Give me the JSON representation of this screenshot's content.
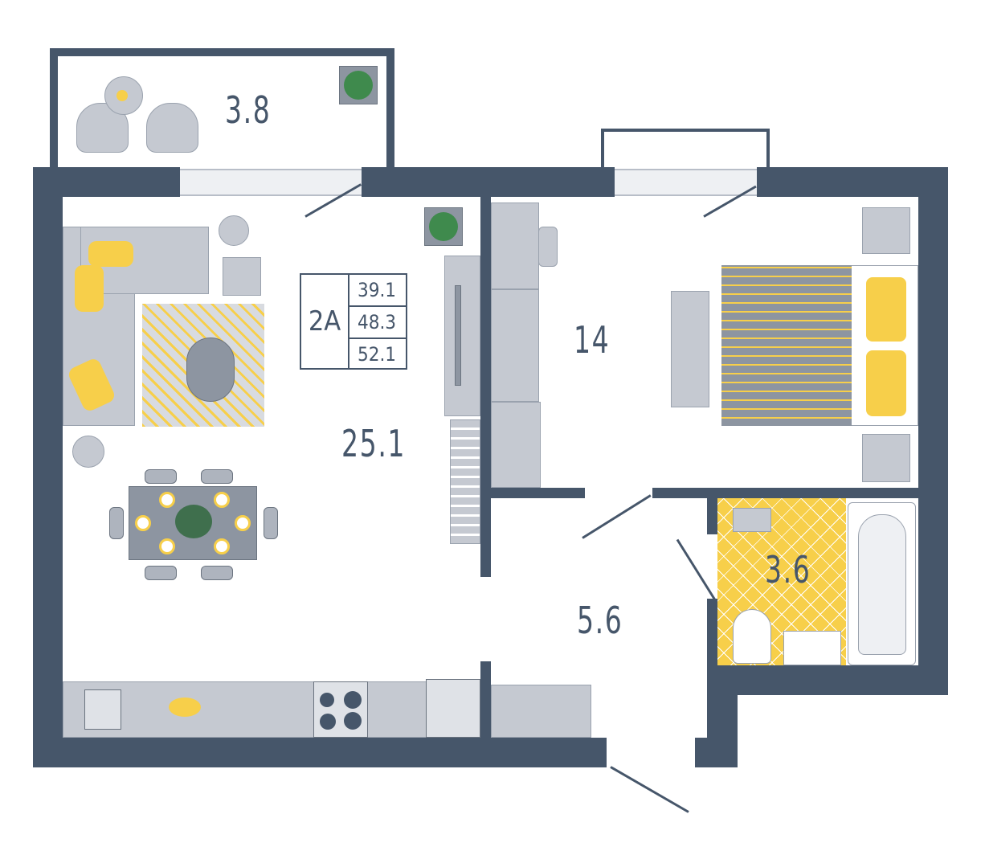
{
  "apartment": {
    "type_code": "2A",
    "areas_summary": [
      "39.1",
      "48.3",
      "52.1"
    ]
  },
  "rooms": {
    "balcony": "3.8",
    "living_kitchen": "25.1",
    "bedroom": "14",
    "hallway": "5.6",
    "bathroom": "3.6"
  },
  "colors": {
    "wall": "#46566a",
    "furniture": "#c5c9d1",
    "accent": "#f7cf4a"
  }
}
